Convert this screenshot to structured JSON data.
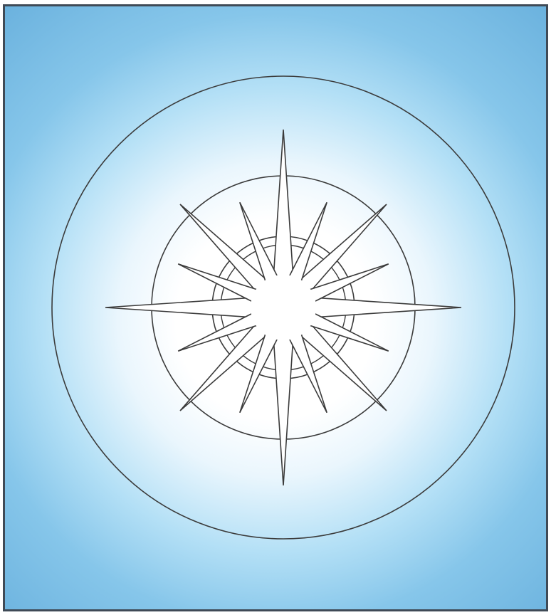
{
  "figure": {
    "subject": "compass-rose-star",
    "colors": {
      "background_edge": "#6bb2de",
      "background_center": "#ffffff",
      "line": "#3b3b3b",
      "frame_border": "#3f4a56"
    },
    "rings": 3,
    "long_points": 8,
    "short_points": 8
  }
}
